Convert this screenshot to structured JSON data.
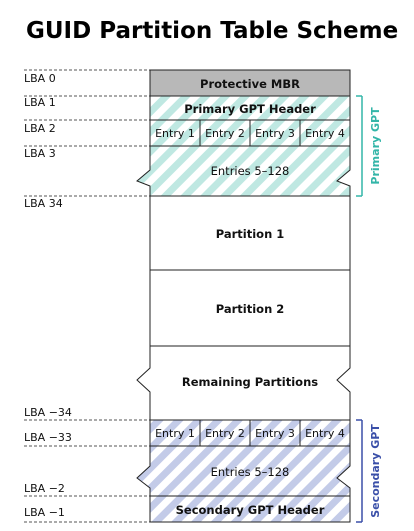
{
  "title": "GUID Partition Table Scheme",
  "lba_labels": [
    "LBA 0",
    "LBA 1",
    "LBA 2",
    "LBA 3",
    "LBA 34",
    "LBA −34",
    "LBA −33",
    "LBA −2",
    "LBA −1"
  ],
  "blocks": {
    "protective_mbr": "Protective MBR",
    "primary_header": "Primary GPT Header",
    "primary_entries": [
      "Entry 1",
      "Entry 2",
      "Entry 3",
      "Entry 4"
    ],
    "primary_more": "Entries 5–128",
    "partition1": "Partition 1",
    "partition2": "Partition 2",
    "remaining": "Remaining Partitions",
    "secondary_entries": [
      "Entry 1",
      "Entry 2",
      "Entry 3",
      "Entry 4"
    ],
    "secondary_more": "Entries 5–128",
    "secondary_header": "Secondary GPT Header"
  },
  "side_labels": {
    "primary": "Primary GPT",
    "secondary": "Secondary GPT"
  },
  "colors": {
    "primary": "#33b5a8",
    "primary_stripe": "#bfe8e2",
    "secondary": "#3a4fa8",
    "secondary_stripe": "#c3cbe8",
    "mbr": "#b8b8b8"
  }
}
